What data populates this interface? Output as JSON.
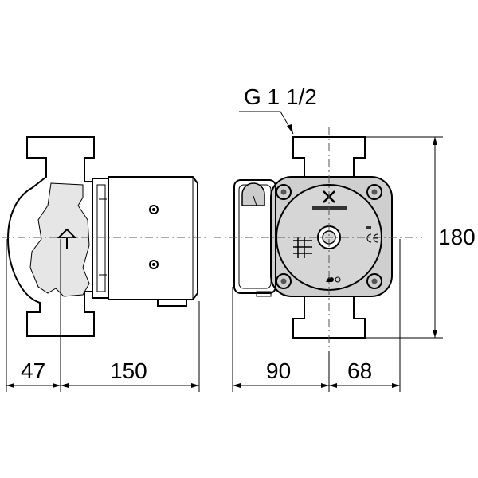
{
  "labels": {
    "thread": "G 1 1/2",
    "dim_port_offset": "47",
    "dim_length": "150",
    "dim_front_left": "90",
    "dim_front_right": "68",
    "dim_height": "180"
  },
  "icons": {
    "brand_logo": "grundfos-logo-icon",
    "ce_mark": "ce-mark-icon",
    "flow_arrow": "flow-arrow-icon",
    "speed_selector": "speed-selector-icon"
  }
}
